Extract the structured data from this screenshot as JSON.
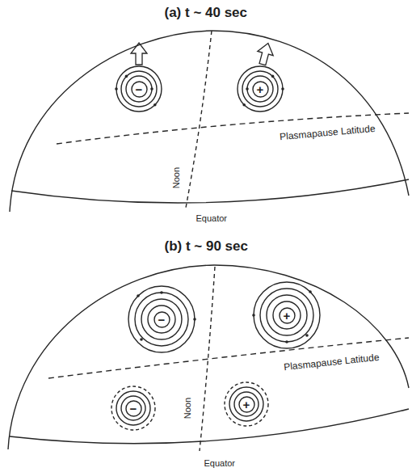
{
  "diagram": {
    "nodes": [
      {
        "text": [
          "−"
        ]
      },
      {
        "text": [
          "+"
        ]
      },
      {
        "text": [
          "−"
        ]
      },
      {
        "text": [
          "+"
        ]
      },
      {
        "text": [
          "−"
        ]
      },
      {
        "text": [
          "+"
        ]
      }
    ],
    "labels": [
      "(a) t ~ 40 sec",
      "Plasmapause Latitude",
      "Noon",
      "Equator",
      "(b) t ~ 90 sec",
      "Plasmapause Latitude",
      "Noon",
      "Equator"
    ]
  }
}
